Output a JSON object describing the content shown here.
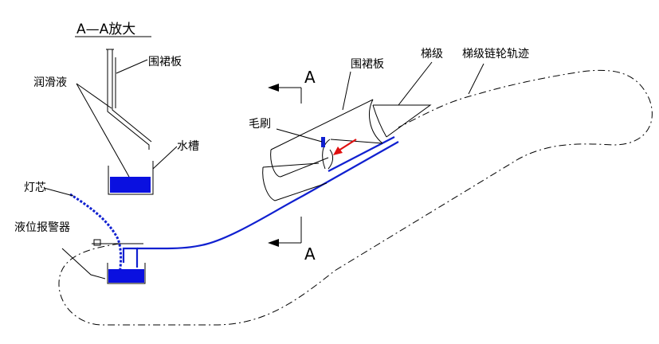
{
  "title": "A—A放大",
  "labels": {
    "skirt_detail": "围裙板",
    "lubricant": "润滑液",
    "water_tank": "水槽",
    "skirt_main": "围裙板",
    "step": "梯级",
    "chain_track": "梯级链轮轨迹",
    "brush": "毛刷",
    "wick": "灯芯",
    "level_alarm": "液位报警器"
  },
  "section_marks": {
    "top": "A",
    "bottom": "A"
  },
  "colors": {
    "line": "#000000",
    "pipe": "#1020d0",
    "liquid": "#0a10e0",
    "flow_arrow": "#e01010"
  }
}
